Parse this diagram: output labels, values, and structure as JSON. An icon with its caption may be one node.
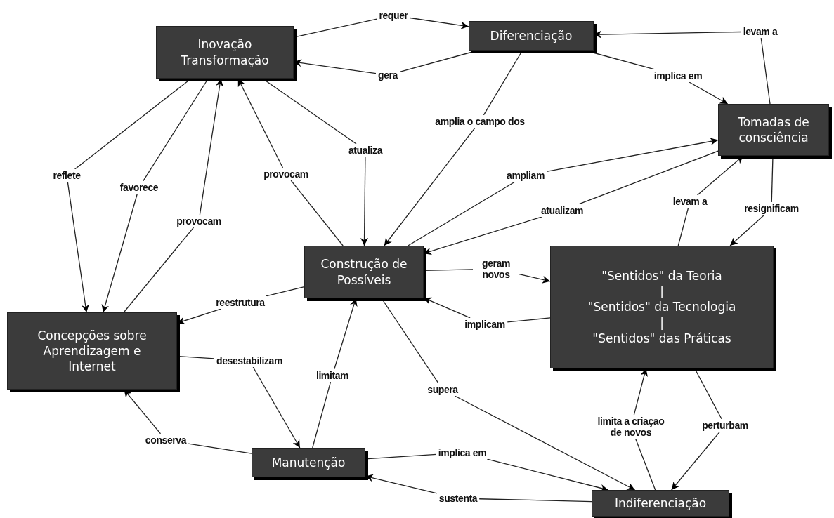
{
  "diagram": {
    "nodes": [
      {
        "text": [
          "Inovação Transformação"
        ]
      },
      {
        "text": [
          "Diferenciação"
        ]
      },
      {
        "text": [
          "Tomadas de consciência"
        ]
      },
      {
        "text": [
          "Construção de Possíveis"
        ]
      },
      {
        "text": [
          "\"Sentidos\" da Teoria",
          "|",
          "\"Sentidos\" da Tecnologia",
          "|",
          "\"Sentidos\" das Práticas"
        ]
      },
      {
        "text": [
          "Concepções sobre Aprendizagem e Internet"
        ]
      },
      {
        "text": [
          "Manutenção"
        ]
      },
      {
        "text": [
          "Indiferenciação"
        ]
      },
      {
        "text": [
          "requer"
        ]
      },
      {
        "text": [
          "gera"
        ]
      },
      {
        "text": [
          "levam a"
        ]
      },
      {
        "text": [
          "implica em"
        ]
      },
      {
        "text": [
          "amplia o campo dos"
        ]
      },
      {
        "text": [
          "reflete"
        ]
      },
      {
        "text": [
          "favorece"
        ]
      },
      {
        "text": [
          "provocam"
        ]
      },
      {
        "text": [
          "provocam"
        ]
      },
      {
        "text": [
          "atualiza"
        ]
      },
      {
        "text": [
          "ampliam"
        ]
      },
      {
        "text": [
          "atualizam"
        ]
      },
      {
        "text": [
          "levam a"
        ]
      },
      {
        "text": [
          "resignificam"
        ]
      },
      {
        "text": [
          "geram novos"
        ]
      },
      {
        "text": [
          "reestrutura"
        ]
      },
      {
        "text": [
          "implicam"
        ]
      },
      {
        "text": [
          "desestabilizam"
        ]
      },
      {
        "text": [
          "limitam"
        ]
      },
      {
        "text": [
          "supera"
        ]
      },
      {
        "text": [
          "limita a criaçao de novos"
        ]
      },
      {
        "text": [
          "perturbam"
        ]
      },
      {
        "text": [
          "conserva"
        ]
      },
      {
        "text": [
          "implica em"
        ]
      },
      {
        "text": [
          "sustenta"
        ]
      }
    ],
    "edges": [
      {
        "from": 0,
        "to": 8,
        "arrow": "none"
      },
      {
        "from": 8,
        "to": 1,
        "arrow": "to"
      },
      {
        "from": 1,
        "to": 9,
        "arrow": "none"
      },
      {
        "from": 9,
        "to": 0,
        "arrow": "to"
      },
      {
        "from": 2,
        "to": 10,
        "arrow": "none"
      },
      {
        "from": 10,
        "to": 1,
        "arrow": "to"
      },
      {
        "from": 1,
        "to": 11,
        "arrow": "none"
      },
      {
        "from": 11,
        "to": 2,
        "arrow": "to"
      },
      {
        "from": 1,
        "to": 12,
        "arrow": "none"
      },
      {
        "from": 12,
        "to": 3,
        "arrow": "to"
      },
      {
        "from": 0,
        "to": 13,
        "arrow": "none"
      },
      {
        "from": 13,
        "to": 5,
        "arrow": "to"
      },
      {
        "from": 0,
        "to": 14,
        "arrow": "none"
      },
      {
        "from": 14,
        "to": 5,
        "arrow": "to"
      },
      {
        "from": 5,
        "to": 15,
        "arrow": "none"
      },
      {
        "from": 15,
        "to": 0,
        "arrow": "to"
      },
      {
        "from": 3,
        "to": 16,
        "arrow": "none"
      },
      {
        "from": 16,
        "to": 0,
        "arrow": "to"
      },
      {
        "from": 0,
        "to": 17,
        "arrow": "none"
      },
      {
        "from": 17,
        "to": 3,
        "arrow": "to"
      },
      {
        "from": 3,
        "to": 18,
        "arrow": "none"
      },
      {
        "from": 18,
        "to": 2,
        "arrow": "to"
      },
      {
        "from": 2,
        "to": 19,
        "arrow": "none"
      },
      {
        "from": 19,
        "to": 3,
        "arrow": "to"
      },
      {
        "from": 4,
        "to": 20,
        "arrow": "none"
      },
      {
        "from": 20,
        "to": 2,
        "arrow": "to"
      },
      {
        "from": 2,
        "to": 21,
        "arrow": "none"
      },
      {
        "from": 21,
        "to": 4,
        "arrow": "to"
      },
      {
        "from": 3,
        "to": 22,
        "arrow": "none"
      },
      {
        "from": 22,
        "to": 4,
        "arrow": "to"
      },
      {
        "from": 3,
        "to": 23,
        "arrow": "none"
      },
      {
        "from": 23,
        "to": 5,
        "arrow": "to"
      },
      {
        "from": 4,
        "to": 24,
        "arrow": "none"
      },
      {
        "from": 24,
        "to": 3,
        "arrow": "to"
      },
      {
        "from": 5,
        "to": 25,
        "arrow": "none"
      },
      {
        "from": 25,
        "to": 6,
        "arrow": "to"
      },
      {
        "from": 6,
        "to": 26,
        "arrow": "none"
      },
      {
        "from": 26,
        "to": 3,
        "arrow": "to"
      },
      {
        "from": 3,
        "to": 27,
        "arrow": "none"
      },
      {
        "from": 27,
        "to": 7,
        "arrow": "to"
      },
      {
        "from": 7,
        "to": 28,
        "arrow": "none"
      },
      {
        "from": 28,
        "to": 4,
        "arrow": "to"
      },
      {
        "from": 4,
        "to": 29,
        "arrow": "none"
      },
      {
        "from": 29,
        "to": 7,
        "arrow": "to"
      },
      {
        "from": 6,
        "to": 30,
        "arrow": "none"
      },
      {
        "from": 30,
        "to": 5,
        "arrow": "to"
      },
      {
        "from": 6,
        "to": 31,
        "arrow": "none"
      },
      {
        "from": 31,
        "to": 7,
        "arrow": "to"
      },
      {
        "from": 7,
        "to": 32,
        "arrow": "none"
      },
      {
        "from": 32,
        "to": 6,
        "arrow": "to"
      }
    ]
  }
}
